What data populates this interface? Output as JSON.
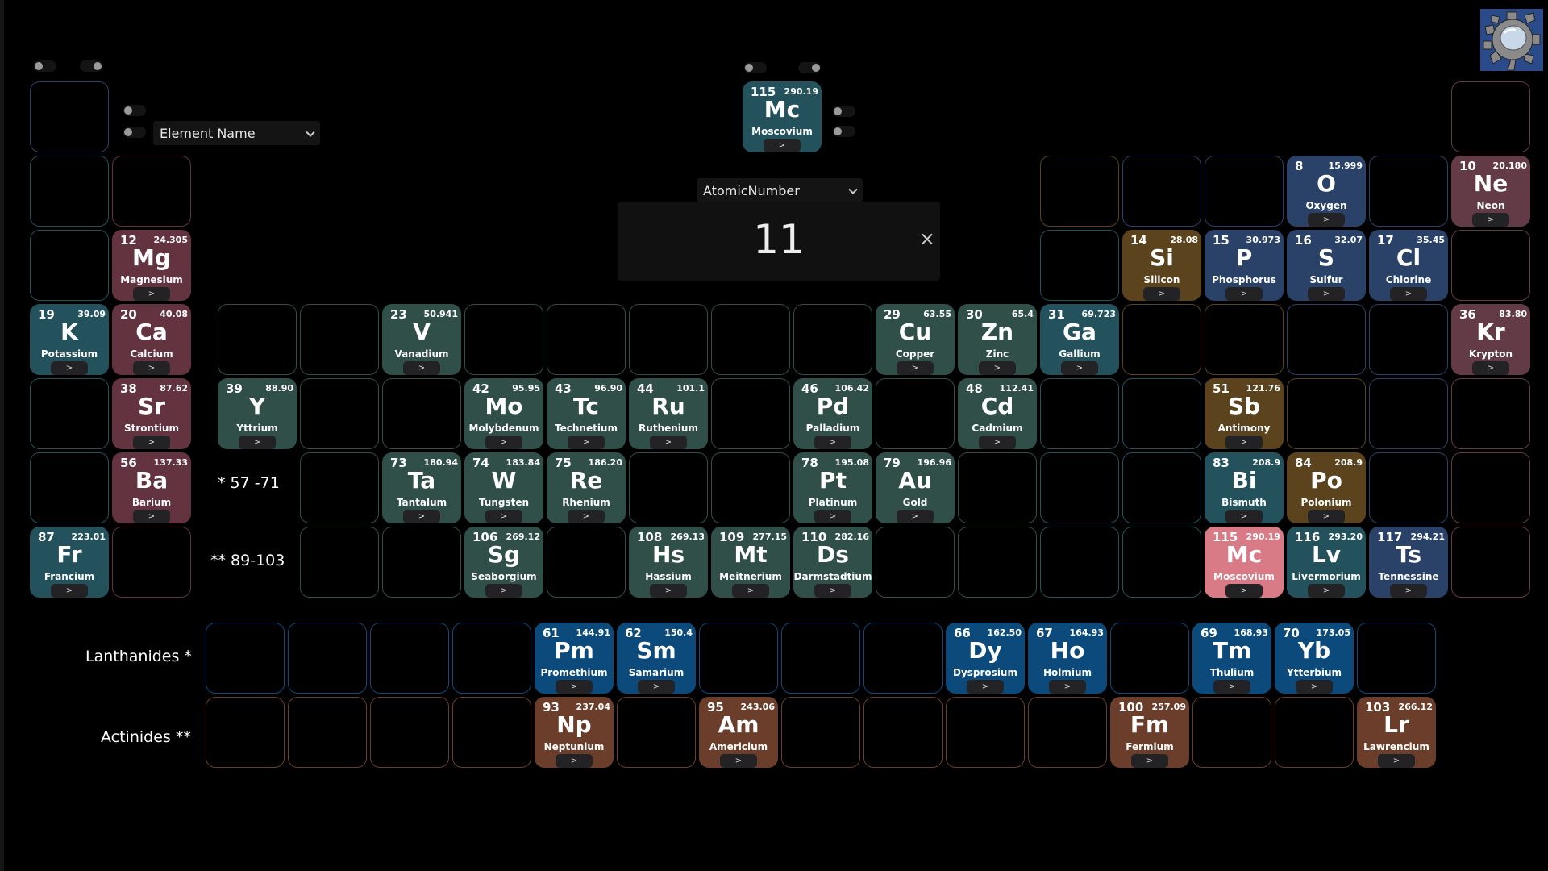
{
  "toolbar": {
    "display_field_select": {
      "selected": "Element Name"
    },
    "sort_field_select": {
      "selected": "AtomicNumber"
    },
    "search_value": "11",
    "clear_label": "×",
    "toggles": [
      {
        "id": "toggle-1",
        "state": "off"
      },
      {
        "id": "toggle-2",
        "state": "on"
      },
      {
        "id": "toggle-3",
        "state": "off"
      },
      {
        "id": "toggle-4",
        "state": "off"
      },
      {
        "id": "toggle-5",
        "state": "off"
      },
      {
        "id": "toggle-6",
        "state": "on"
      },
      {
        "id": "toggle-7",
        "state": "off"
      },
      {
        "id": "toggle-8",
        "state": "off"
      }
    ],
    "settings_icon": "gear-icon"
  },
  "selected_element": {
    "number": "115",
    "mass": "290.19",
    "symbol": "Mc",
    "name": "Moscovium",
    "more": ">",
    "color": "#23525d"
  },
  "labels": {
    "lanthanide_ref": "* 57 -71",
    "actinide_ref": "** 89-103",
    "lanthanides": "Lanthanides *",
    "actinides": "Actinides **"
  },
  "colors": {
    "alkali_metal": "#23525d",
    "alkaline_earth": "#633340",
    "transition_metal": "#2f4f48",
    "post_transition": "#23525d",
    "metalloid": "#5a431d",
    "nonmetal": "#2b4268",
    "noble_gas": "#633b46",
    "lanthanide": "#0b4a7a",
    "actinide": "#6a3e2a",
    "highlight": "#d97b87",
    "more_button": "#232326",
    "background": "#000000"
  },
  "elements": [
    {
      "number": "12",
      "mass": "24.305",
      "symbol": "Mg",
      "name": "Magnesium",
      "more": ">"
    },
    {
      "number": "8",
      "mass": "15.999",
      "symbol": "O",
      "name": "Oxygen",
      "more": ">"
    },
    {
      "number": "10",
      "mass": "20.180",
      "symbol": "Ne",
      "name": "Neon",
      "more": ">"
    },
    {
      "number": "14",
      "mass": "28.08",
      "symbol": "Si",
      "name": "Silicon",
      "more": ">"
    },
    {
      "number": "15",
      "mass": "30.973",
      "symbol": "P",
      "name": "Phosphorus",
      "more": ">"
    },
    {
      "number": "16",
      "mass": "32.07",
      "symbol": "S",
      "name": "Sulfur",
      "more": ">"
    },
    {
      "number": "17",
      "mass": "35.45",
      "symbol": "Cl",
      "name": "Chlorine",
      "more": ">"
    },
    {
      "number": "19",
      "mass": "39.09",
      "symbol": "K",
      "name": "Potassium",
      "more": ">"
    },
    {
      "number": "20",
      "mass": "40.08",
      "symbol": "Ca",
      "name": "Calcium",
      "more": ">"
    },
    {
      "number": "23",
      "mass": "50.941",
      "symbol": "V",
      "name": "Vanadium",
      "more": ">"
    },
    {
      "number": "29",
      "mass": "63.55",
      "symbol": "Cu",
      "name": "Copper",
      "more": ">"
    },
    {
      "number": "30",
      "mass": "65.4",
      "symbol": "Zn",
      "name": "Zinc",
      "more": ">"
    },
    {
      "number": "31",
      "mass": "69.723",
      "symbol": "Ga",
      "name": "Gallium",
      "more": ">"
    },
    {
      "number": "36",
      "mass": "83.80",
      "symbol": "Kr",
      "name": "Krypton",
      "more": ">"
    },
    {
      "number": "38",
      "mass": "87.62",
      "symbol": "Sr",
      "name": "Strontium",
      "more": ">"
    },
    {
      "number": "39",
      "mass": "88.90",
      "symbol": "Y",
      "name": "Yttrium",
      "more": ">"
    },
    {
      "number": "42",
      "mass": "95.95",
      "symbol": "Mo",
      "name": "Molybdenum",
      "more": ">"
    },
    {
      "number": "43",
      "mass": "96.90",
      "symbol": "Tc",
      "name": "Technetium",
      "more": ">"
    },
    {
      "number": "44",
      "mass": "101.1",
      "symbol": "Ru",
      "name": "Ruthenium",
      "more": ">"
    },
    {
      "number": "46",
      "mass": "106.42",
      "symbol": "Pd",
      "name": "Palladium",
      "more": ">"
    },
    {
      "number": "48",
      "mass": "112.41",
      "symbol": "Cd",
      "name": "Cadmium",
      "more": ">"
    },
    {
      "number": "51",
      "mass": "121.76",
      "symbol": "Sb",
      "name": "Antimony",
      "more": ">"
    },
    {
      "number": "56",
      "mass": "137.33",
      "symbol": "Ba",
      "name": "Barium",
      "more": ">"
    },
    {
      "number": "73",
      "mass": "180.94",
      "symbol": "Ta",
      "name": "Tantalum",
      "more": ">"
    },
    {
      "number": "74",
      "mass": "183.84",
      "symbol": "W",
      "name": "Tungsten",
      "more": ">"
    },
    {
      "number": "75",
      "mass": "186.20",
      "symbol": "Re",
      "name": "Rhenium",
      "more": ">"
    },
    {
      "number": "78",
      "mass": "195.08",
      "symbol": "Pt",
      "name": "Platinum",
      "more": ">"
    },
    {
      "number": "79",
      "mass": "196.96",
      "symbol": "Au",
      "name": "Gold",
      "more": ">"
    },
    {
      "number": "83",
      "mass": "208.9",
      "symbol": "Bi",
      "name": "Bismuth",
      "more": ">"
    },
    {
      "number": "84",
      "mass": "208.9",
      "symbol": "Po",
      "name": "Polonium",
      "more": ">"
    },
    {
      "number": "87",
      "mass": "223.01",
      "symbol": "Fr",
      "name": "Francium",
      "more": ">"
    },
    {
      "number": "106",
      "mass": "269.12",
      "symbol": "Sg",
      "name": "Seaborgium",
      "more": ">"
    },
    {
      "number": "108",
      "mass": "269.13",
      "symbol": "Hs",
      "name": "Hassium",
      "more": ">"
    },
    {
      "number": "109",
      "mass": "277.15",
      "symbol": "Mt",
      "name": "Meitnerium",
      "more": ">"
    },
    {
      "number": "110",
      "mass": "282.16",
      "symbol": "Ds",
      "name": "Darmstadtium",
      "more": ">"
    },
    {
      "number": "115",
      "mass": "290.19",
      "symbol": "Mc",
      "name": "Moscovium",
      "more": ">"
    },
    {
      "number": "116",
      "mass": "293.20",
      "symbol": "Lv",
      "name": "Livermorium",
      "more": ">"
    },
    {
      "number": "117",
      "mass": "294.21",
      "symbol": "Ts",
      "name": "Tennessine",
      "more": ">"
    },
    {
      "number": "61",
      "mass": "144.91",
      "symbol": "Pm",
      "name": "Promethium",
      "more": ">"
    },
    {
      "number": "62",
      "mass": "150.4",
      "symbol": "Sm",
      "name": "Samarium",
      "more": ">"
    },
    {
      "number": "66",
      "mass": "162.50",
      "symbol": "Dy",
      "name": "Dysprosium",
      "more": ">"
    },
    {
      "number": "67",
      "mass": "164.93",
      "symbol": "Ho",
      "name": "Holmium",
      "more": ">"
    },
    {
      "number": "69",
      "mass": "168.93",
      "symbol": "Tm",
      "name": "Thulium",
      "more": ">"
    },
    {
      "number": "70",
      "mass": "173.05",
      "symbol": "Yb",
      "name": "Ytterbium",
      "more": ">"
    },
    {
      "number": "93",
      "mass": "237.04",
      "symbol": "Np",
      "name": "Neptunium",
      "more": ">"
    },
    {
      "number": "95",
      "mass": "243.06",
      "symbol": "Am",
      "name": "Americium",
      "more": ">"
    },
    {
      "number": "100",
      "mass": "257.09",
      "symbol": "Fm",
      "name": "Fermium",
      "more": ">"
    },
    {
      "number": "103",
      "mass": "266.12",
      "symbol": "Lr",
      "name": "Lawrencium",
      "more": ">"
    }
  ]
}
